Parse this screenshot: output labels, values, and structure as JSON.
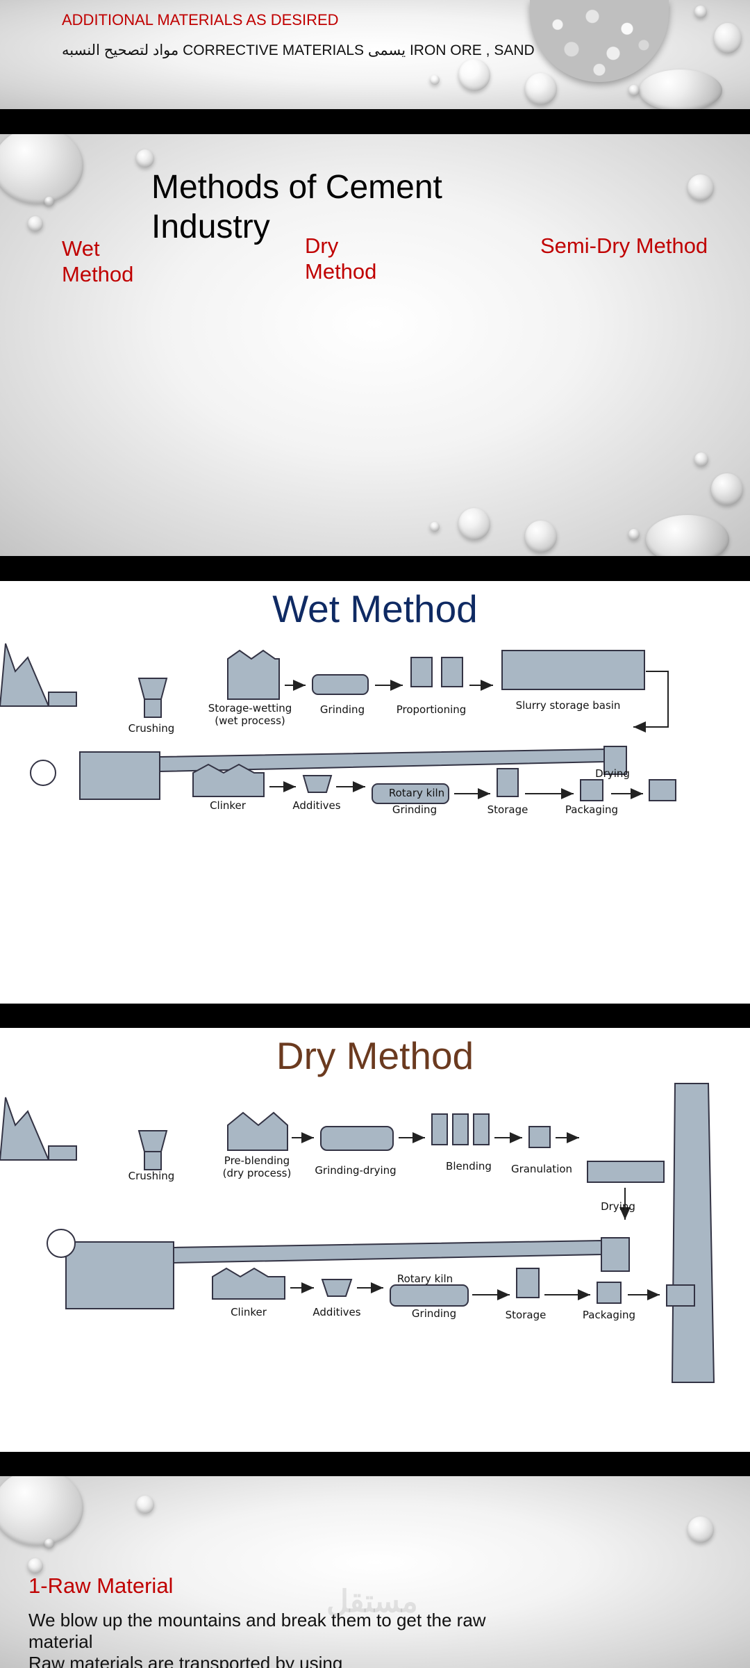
{
  "slide1": {
    "line1": "ADDITIONAL MATERIALS AS DESIRED",
    "line2": "مواد لتصحيح النسبه CORRECTIVE MATERIALS يسمى IRON ORE ,  SAND"
  },
  "slide2": {
    "title": "Methods of Cement Industry",
    "methods": [
      "Wet Method",
      "Dry Method",
      "Semi-Dry Method"
    ]
  },
  "wet": {
    "title": "Wet Method",
    "labels": {
      "crushing": "Crushing",
      "storage1": "Storage-wetting",
      "storage2": "(wet process)",
      "grinding": "Grinding",
      "proportioning": "Proportioning",
      "slurry": "Slurry storage basin",
      "drying": "Drying",
      "kiln": "Rotary kiln",
      "clinker": "Clinker",
      "additives": "Additives",
      "grinding2": "Grinding",
      "storage": "Storage",
      "packaging": "Packaging"
    }
  },
  "dry": {
    "title": "Dry Method",
    "labels": {
      "crushing": "Crushing",
      "preblend1": "Pre-blending",
      "preblend2": "(dry process)",
      "grinddry": "Grinding-drying",
      "blending": "Blending",
      "granulation": "Granulation",
      "drying": "Drying",
      "kiln": "Rotary kiln",
      "clinker": "Clinker",
      "additives": "Additives",
      "grinding2": "Grinding",
      "storage": "Storage",
      "packaging": "Packaging"
    }
  },
  "slide5": {
    "heading": "1-Raw Material",
    "p1": "We blow up the mountains and break them to get the raw material",
    "p2": "Raw materials are transported by using",
    "watermark": "مستقل"
  },
  "colors": {
    "red": "#c00000",
    "wet_title": "#0f2a63",
    "dry_title": "#6b3a1f",
    "machine": "#a9b7c4"
  }
}
